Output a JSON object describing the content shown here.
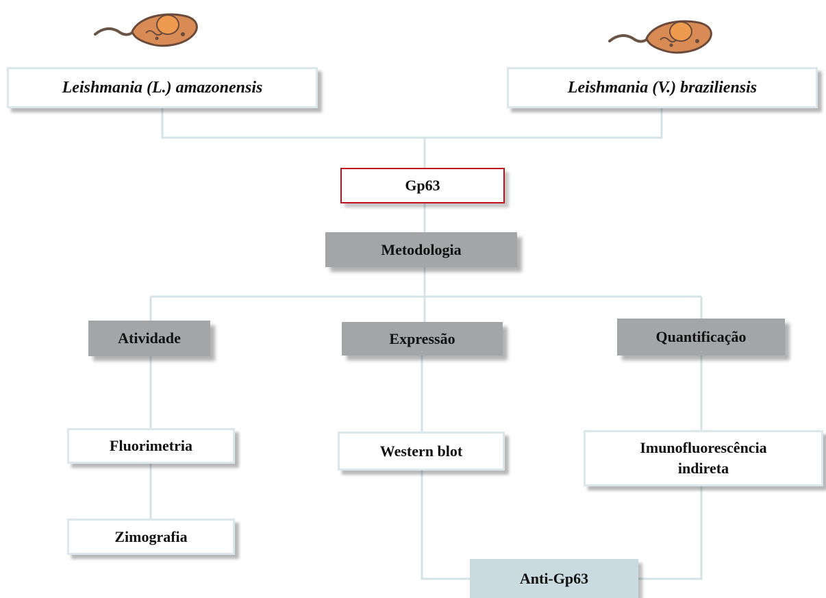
{
  "species": {
    "left": "Leishmania (L.) amazonensis",
    "right": "Leishmania (V.) braziliensis"
  },
  "icons": {
    "left": "parasite-icon",
    "right": "parasite-icon"
  },
  "target": "Gp63",
  "method": "Metodologia",
  "categories": {
    "activity": "Atividade",
    "expression": "Expressão",
    "quantification": "Quantificação"
  },
  "techniques": {
    "fluorimetry": "Fluorimetria",
    "zymography": "Zimografia",
    "western": "Western blot",
    "immunofluorescence": "Imunofluorescência indireta"
  },
  "antibody": "Anti-Gp63",
  "colors": {
    "connector": "#d6e3e6",
    "box_border": "#dbe7ea",
    "gray_box": "#a4a5a6",
    "highlight_border": "#c0101a",
    "antibody_box": "#cadbdf",
    "parasite_body": "#d98b55",
    "parasite_nucleus": "#ee9a4f"
  }
}
